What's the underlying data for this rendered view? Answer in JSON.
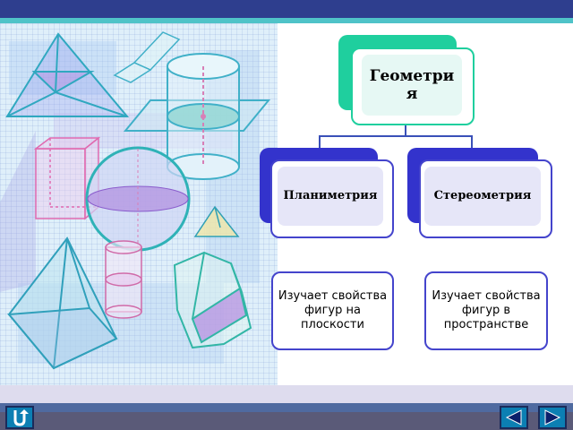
{
  "diagram": {
    "root": {
      "label": "Геометрия"
    },
    "left_branch": {
      "label": "Планиметрия",
      "description": "Изучает свойства фигур на плоскости"
    },
    "right_branch": {
      "label": "Стереометрия",
      "description": "Изучает свойства фигур в пространстве"
    }
  },
  "navigation": {
    "home_icon": "return-u-arrow-icon",
    "prev_icon": "left-triangle-icon",
    "next_icon": "right-triangle-icon"
  },
  "colors": {
    "header": "#2e3e8e",
    "accent": "#4fc3c8",
    "root_back": "#1fcf9e",
    "branch_back": "#3333cc",
    "node_border": "#4444cc"
  }
}
